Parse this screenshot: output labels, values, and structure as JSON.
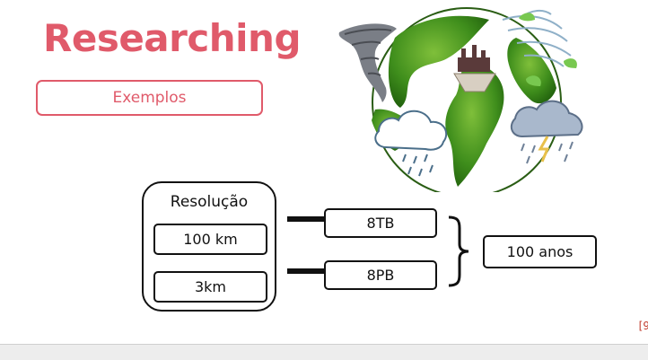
{
  "header": {
    "title": "Researching",
    "subtitle": "Exemplos"
  },
  "diagram": {
    "group_label": "Resolução",
    "resolutions": [
      "100 km",
      "3km"
    ],
    "data_sizes": [
      "8TB",
      "8PB"
    ],
    "time_span": "100 anos"
  },
  "footer": {
    "page_ref": "[9"
  },
  "colors": {
    "accent": "#e05a6a",
    "land": "#2f7d12",
    "ocean": "#ffffff",
    "stroke": "#111111"
  },
  "illustration": {
    "icons": [
      "globe-icon",
      "tornado-icon",
      "rain-cloud-icon",
      "storm-cloud-icon",
      "wind-icon",
      "factory-icon"
    ]
  }
}
